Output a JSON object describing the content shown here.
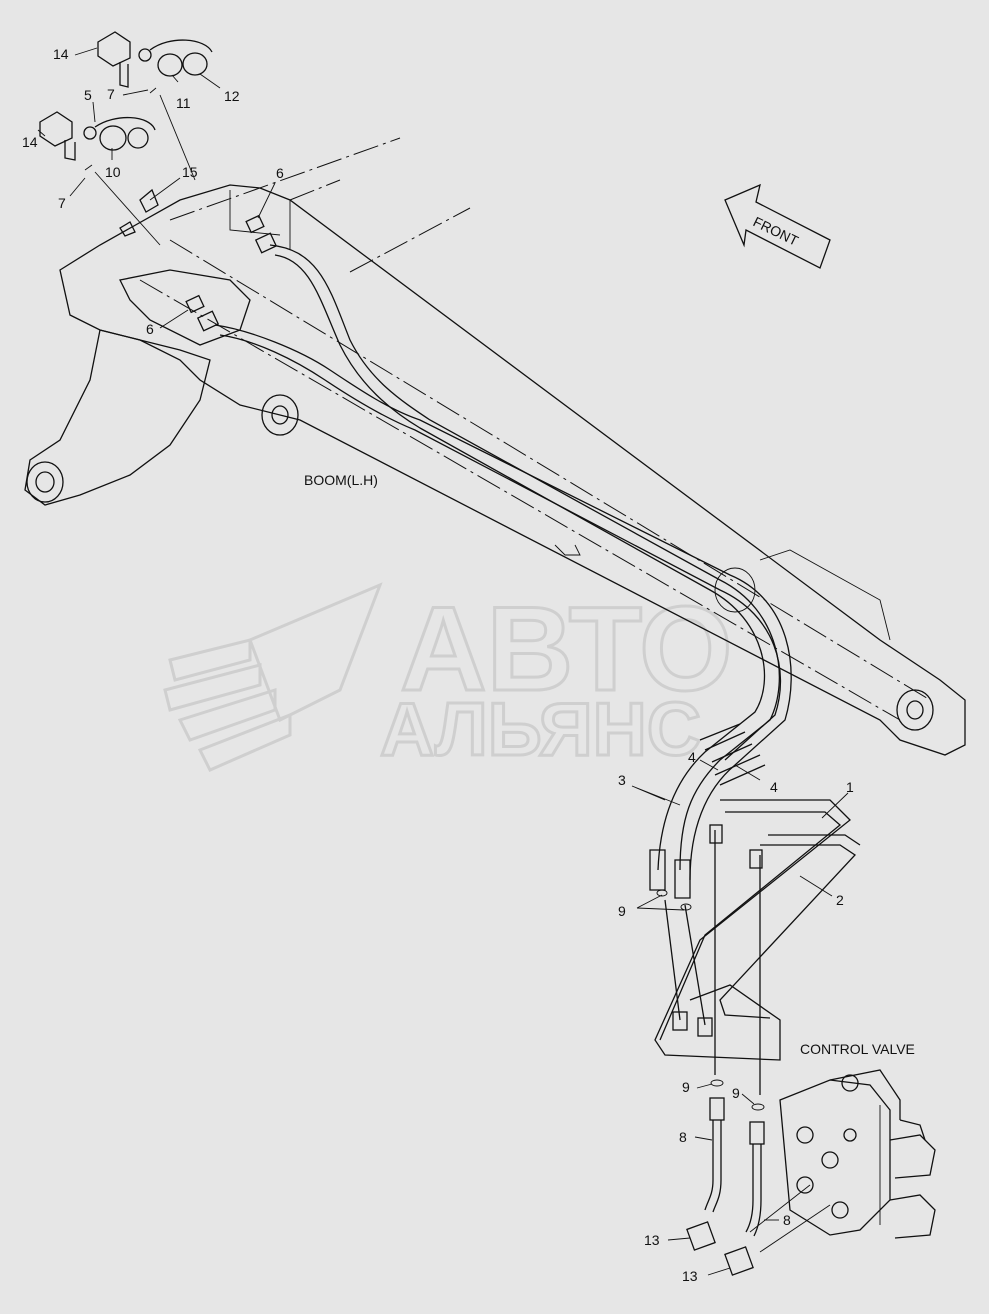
{
  "labels": {
    "boom": "BOOM(L.H)",
    "control_valve": "CONTROL VALVE",
    "front": "FRONT",
    "n1": "1",
    "n2": "2",
    "n3": "3",
    "n4a": "4",
    "n4b": "4",
    "n5": "5",
    "n6a": "6",
    "n6b": "6",
    "n7a": "7",
    "n7b": "7",
    "n8a": "8",
    "n8b": "8",
    "n9a": "9",
    "n9b": "9",
    "n9c": "9",
    "n10": "10",
    "n11": "11",
    "n12": "12",
    "n13a": "13",
    "n13b": "13",
    "n14a": "14",
    "n14b": "14",
    "n15": "15"
  },
  "watermark": {
    "line1": "АВТО",
    "line2": "АЛЬЯНС"
  }
}
